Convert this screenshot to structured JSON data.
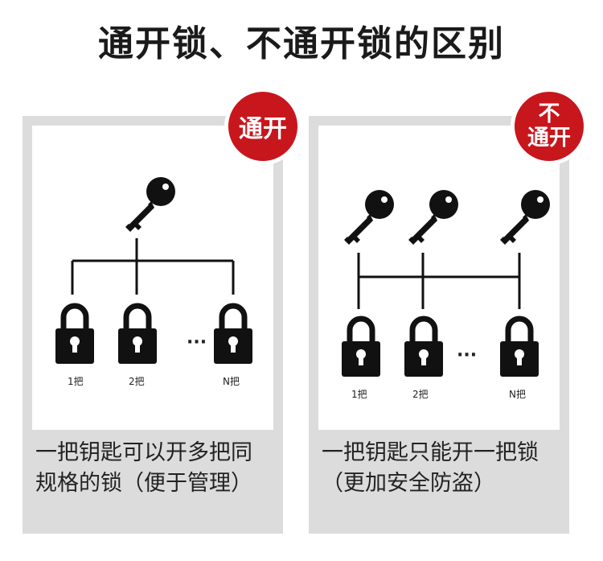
{
  "title": "通开锁、不通开锁的区别",
  "left": {
    "badge": "通开",
    "labels": [
      "1把",
      "2把",
      "N把"
    ],
    "ellipsis": "···",
    "desc_line1": "一把钥匙可以开多把同",
    "desc_line2": "规格的锁（便于管理）"
  },
  "right": {
    "badge_line1": "不",
    "badge_line2": "通开",
    "labels": [
      "1把",
      "2把",
      "N把"
    ],
    "ellipsis": "···",
    "desc_line1": "一把钥匙只能开一把锁",
    "desc_line2": "（更加安全防盗）"
  },
  "colors": {
    "badge": "#c8161d",
    "panel": "#dcdcdc",
    "icon": "#111111"
  }
}
